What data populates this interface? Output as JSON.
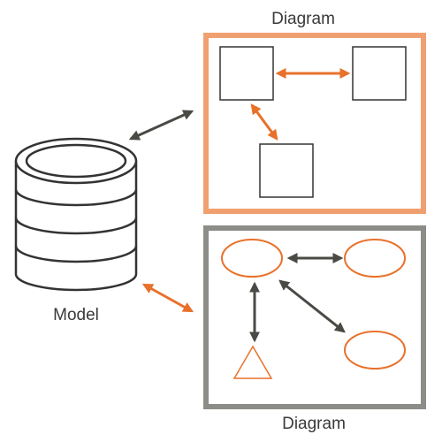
{
  "labels": {
    "top_diagram": "Diagram",
    "bottom_diagram": "Diagram",
    "model": "Model"
  },
  "colors": {
    "orange": "#e8712b",
    "orange_frame": "#f0a070",
    "dark_gray": "#4a4a45",
    "gray_frame": "#8c8c88",
    "outline": "#333333"
  },
  "icons": {
    "model": "database-cylinder-icon"
  }
}
